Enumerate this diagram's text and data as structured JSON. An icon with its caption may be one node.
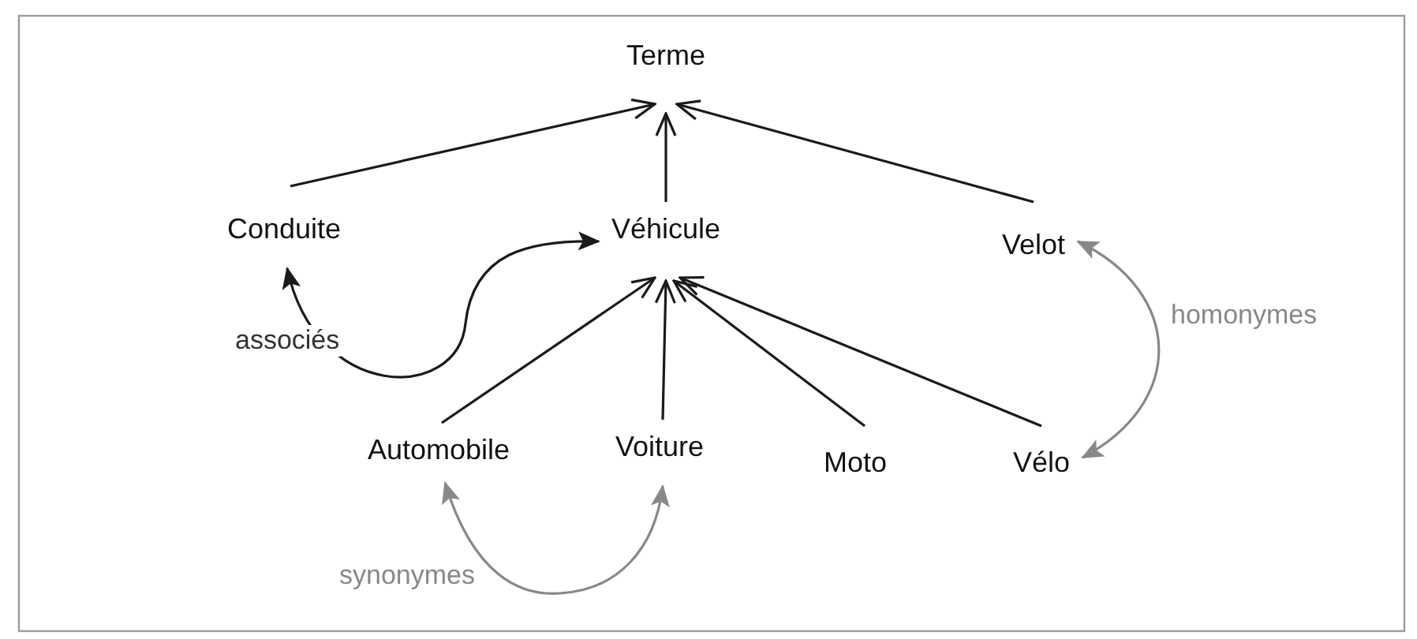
{
  "diagram": {
    "nodes": [
      {
        "text": [
          "Terme"
        ]
      },
      {
        "text": [
          "Conduite"
        ]
      },
      {
        "text": [
          "Véhicule"
        ]
      },
      {
        "text": [
          "Velot"
        ]
      },
      {
        "text": [
          "Automobile"
        ]
      },
      {
        "text": [
          "Voiture"
        ]
      },
      {
        "text": [
          "Moto"
        ]
      },
      {
        "text": [
          "Vélo"
        ]
      }
    ],
    "edges": [
      {
        "from": 1,
        "to": 0,
        "arrow": "to"
      },
      {
        "from": 2,
        "to": 0,
        "arrow": "to"
      },
      {
        "from": 3,
        "to": 0,
        "arrow": "to"
      },
      {
        "from": 4,
        "to": 2,
        "arrow": "to"
      },
      {
        "from": 5,
        "to": 2,
        "arrow": "to"
      },
      {
        "from": 6,
        "to": 2,
        "arrow": "to"
      },
      {
        "from": 7,
        "to": 2,
        "arrow": "to"
      },
      {
        "from": 1,
        "to": 2,
        "arrow": "both",
        "label": "associés"
      },
      {
        "from": 4,
        "to": 5,
        "arrow": "both",
        "label": "synonymes",
        "color": "#888888"
      },
      {
        "from": 3,
        "to": 7,
        "arrow": "both",
        "label": "homonymes",
        "color": "#888888"
      }
    ]
  }
}
